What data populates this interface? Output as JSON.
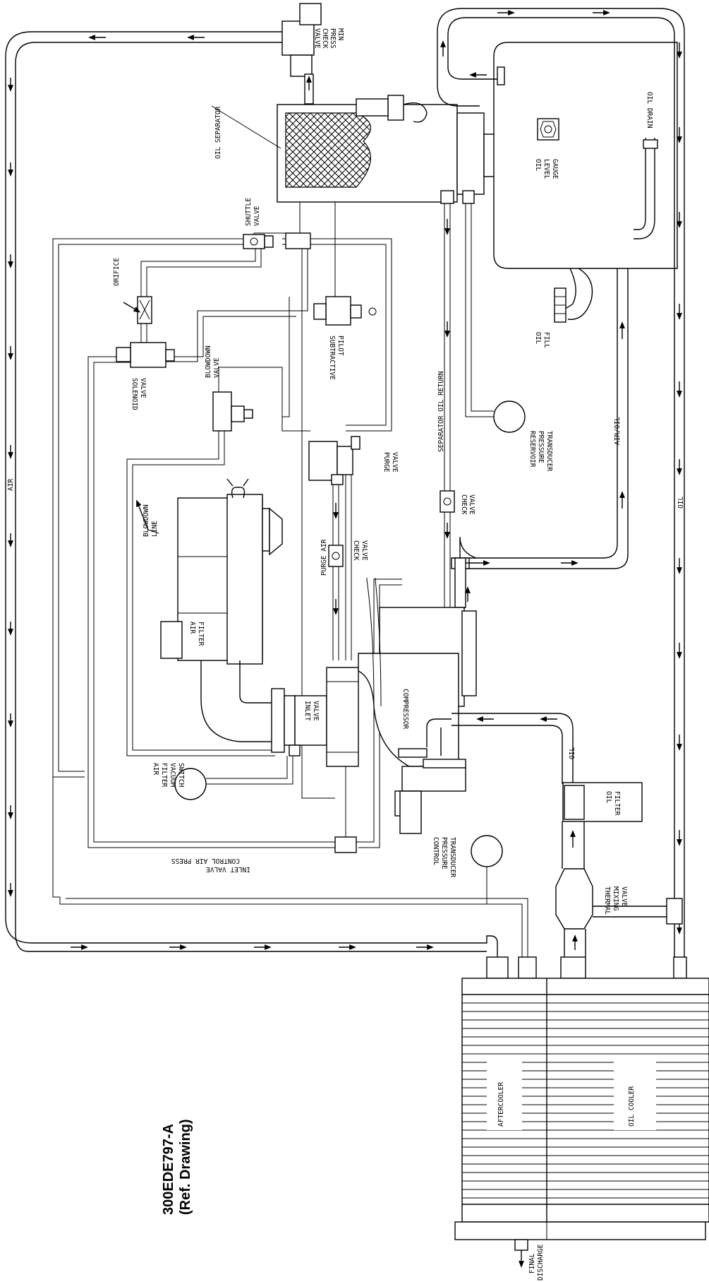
{
  "drawing_ref": {
    "number": "300EDE797-A",
    "note": "(Ref. Drawing)"
  },
  "labels": {
    "min_press_check_valve": [
      "MIN",
      "PRESS",
      "CHECK",
      "VALVE"
    ],
    "oil_separator": "OIL SEPARATOR",
    "shuttle_valve": [
      "SHUTTLE",
      "VALVE"
    ],
    "orifice": "ORIFICE",
    "solenoid_valve": [
      "SOLENOID",
      "VALVE"
    ],
    "subtractive_pilot": [
      "SUBTRACTIVE",
      "PILOT"
    ],
    "blowdown_valve": [
      "BLOWDOWN",
      "VALVE"
    ],
    "purge_valve": [
      "PURGE",
      "VALVE"
    ],
    "blowdown_line": [
      "BLOWDOWN",
      "LINE"
    ],
    "purge_air": "PURGE AIR",
    "check_valve_purge": [
      "CHECK",
      "VALVE"
    ],
    "separator_oil_return": "SEPARATOR OIL RETURN",
    "check_valve_return": [
      "CHECK",
      "VALVE"
    ],
    "reservoir_pressure_transducer": [
      "RESERVOIR",
      "PRESSURE",
      "TRANSDUCER"
    ],
    "air_oil": "AIR/OIL",
    "oil_level_gauge": [
      "OIL",
      "LEVEL",
      "GAUGE"
    ],
    "oil_drain": "OIL DRAIN",
    "oil_fill": [
      "OIL",
      "FILL"
    ],
    "air_filter": [
      "AIR",
      "FILTER"
    ],
    "inlet_valve": [
      "INLET",
      "VALVE"
    ],
    "compressor": "COMPRESSOR",
    "air_filter_vacuum_switch": [
      "AIR",
      "FILTER",
      "VACUUM",
      "SWITCH"
    ],
    "inlet_valve_control_air_press": [
      "INLET VALVE",
      "CONTROL AIR PRESS"
    ],
    "control_pressure_transducer": [
      "CONTROL",
      "PRESSURE",
      "TRANSDUCER"
    ],
    "oil_filter": [
      "OIL",
      "FILTER"
    ],
    "oil_line": "OIL",
    "thermal_mixing_valve": [
      "THERMAL",
      "MIXING",
      "VALVE"
    ],
    "air_line": "AIR",
    "oil_right": "OIL",
    "aftercooler": "AFTERCOOLER",
    "oil_cooler": "OIL COOLER",
    "final_discharge": [
      "FINAL",
      "DISCHARGE"
    ]
  }
}
